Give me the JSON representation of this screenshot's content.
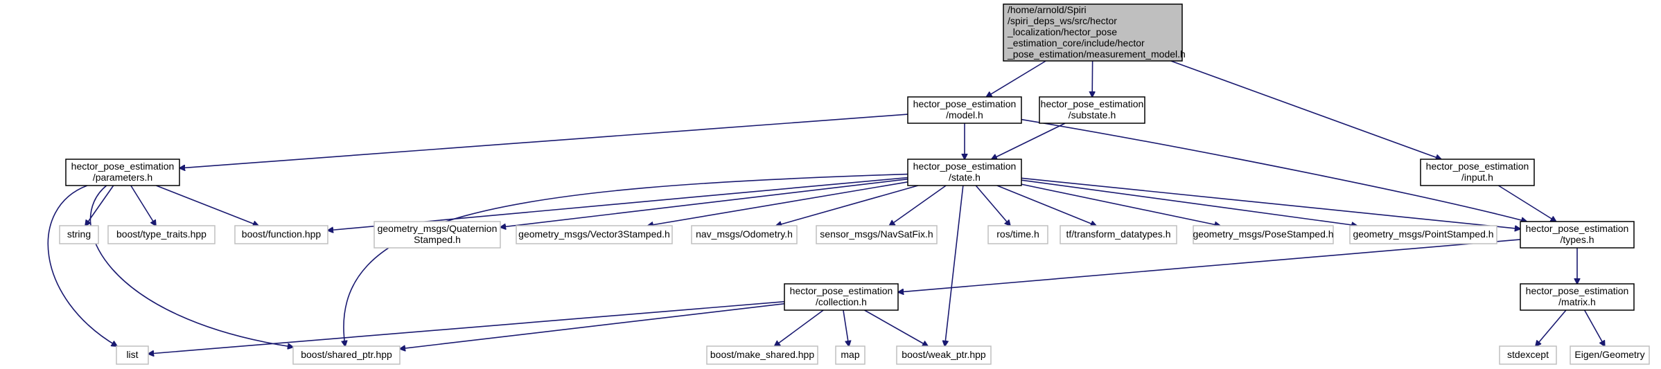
{
  "graph": {
    "nodes": [
      {
        "id": "measurement_model",
        "kind": "main",
        "lines": [
          "/home/arnold/Spiri",
          "/spiri_deps_ws/src/hector",
          "_localization/hector_pose",
          "_estimation_core/include/hector",
          "_pose_estimation/measurement_model.h"
        ]
      },
      {
        "id": "model",
        "kind": "dir",
        "lines": [
          "hector_pose_estimation",
          "/model.h"
        ]
      },
      {
        "id": "substate",
        "kind": "dir",
        "lines": [
          "hector_pose_estimation",
          "/substate.h"
        ]
      },
      {
        "id": "input",
        "kind": "dir",
        "lines": [
          "hector_pose_estimation",
          "/input.h"
        ]
      },
      {
        "id": "parameters",
        "kind": "dir",
        "lines": [
          "hector_pose_estimation",
          "/parameters.h"
        ]
      },
      {
        "id": "state",
        "kind": "dir",
        "lines": [
          "hector_pose_estimation",
          "/state.h"
        ]
      },
      {
        "id": "types",
        "kind": "dir",
        "lines": [
          "hector_pose_estimation",
          "/types.h"
        ]
      },
      {
        "id": "string",
        "kind": "ext",
        "lines": [
          "string"
        ]
      },
      {
        "id": "type_traits",
        "kind": "ext",
        "lines": [
          "boost/type_traits.hpp"
        ]
      },
      {
        "id": "function",
        "kind": "ext",
        "lines": [
          "boost/function.hpp"
        ]
      },
      {
        "id": "quaternion",
        "kind": "ext",
        "lines": [
          "geometry_msgs/Quaternion",
          "Stamped.h"
        ]
      },
      {
        "id": "vector3",
        "kind": "ext",
        "lines": [
          "geometry_msgs/Vector3Stamped.h"
        ]
      },
      {
        "id": "odometry",
        "kind": "ext",
        "lines": [
          "nav_msgs/Odometry.h"
        ]
      },
      {
        "id": "navsatfix",
        "kind": "ext",
        "lines": [
          "sensor_msgs/NavSatFix.h"
        ]
      },
      {
        "id": "rostime",
        "kind": "ext",
        "lines": [
          "ros/time.h"
        ]
      },
      {
        "id": "tf",
        "kind": "ext",
        "lines": [
          "tf/transform_datatypes.h"
        ]
      },
      {
        "id": "posestamped",
        "kind": "ext",
        "lines": [
          "geometry_msgs/PoseStamped.h"
        ]
      },
      {
        "id": "pointstamped",
        "kind": "ext",
        "lines": [
          "geometry_msgs/PointStamped.h"
        ]
      },
      {
        "id": "collection",
        "kind": "dir",
        "lines": [
          "hector_pose_estimation",
          "/collection.h"
        ]
      },
      {
        "id": "matrix",
        "kind": "dir",
        "lines": [
          "hector_pose_estimation",
          "/matrix.h"
        ]
      },
      {
        "id": "list",
        "kind": "ext",
        "lines": [
          "list"
        ]
      },
      {
        "id": "shared_ptr",
        "kind": "ext",
        "lines": [
          "boost/shared_ptr.hpp"
        ]
      },
      {
        "id": "make_shared",
        "kind": "ext",
        "lines": [
          "boost/make_shared.hpp"
        ]
      },
      {
        "id": "map",
        "kind": "ext",
        "lines": [
          "map"
        ]
      },
      {
        "id": "weak_ptr",
        "kind": "ext",
        "lines": [
          "boost/weak_ptr.hpp"
        ]
      },
      {
        "id": "stdexcept",
        "kind": "ext",
        "lines": [
          "stdexcept"
        ]
      },
      {
        "id": "eigen",
        "kind": "ext",
        "lines": [
          "Eigen/Geometry"
        ]
      }
    ],
    "edges": [
      [
        "measurement_model",
        "model"
      ],
      [
        "measurement_model",
        "substate"
      ],
      [
        "measurement_model",
        "input"
      ],
      [
        "model",
        "parameters"
      ],
      [
        "model",
        "state"
      ],
      [
        "model",
        "types"
      ],
      [
        "substate",
        "state"
      ],
      [
        "input",
        "types"
      ],
      [
        "parameters",
        "string"
      ],
      [
        "parameters",
        "type_traits"
      ],
      [
        "parameters",
        "function"
      ],
      [
        "parameters",
        "list"
      ],
      [
        "parameters",
        "shared_ptr"
      ],
      [
        "state",
        "function"
      ],
      [
        "state",
        "quaternion"
      ],
      [
        "state",
        "vector3"
      ],
      [
        "state",
        "odometry"
      ],
      [
        "state",
        "navsatfix"
      ],
      [
        "state",
        "rostime"
      ],
      [
        "state",
        "tf"
      ],
      [
        "state",
        "posestamped"
      ],
      [
        "state",
        "pointstamped"
      ],
      [
        "state",
        "types"
      ],
      [
        "state",
        "shared_ptr"
      ],
      [
        "state",
        "weak_ptr"
      ],
      [
        "types",
        "collection"
      ],
      [
        "types",
        "matrix"
      ],
      [
        "collection",
        "list"
      ],
      [
        "collection",
        "shared_ptr"
      ],
      [
        "collection",
        "make_shared"
      ],
      [
        "collection",
        "map"
      ],
      [
        "collection",
        "weak_ptr"
      ],
      [
        "matrix",
        "stdexcept"
      ],
      [
        "matrix",
        "eigen"
      ]
    ]
  }
}
